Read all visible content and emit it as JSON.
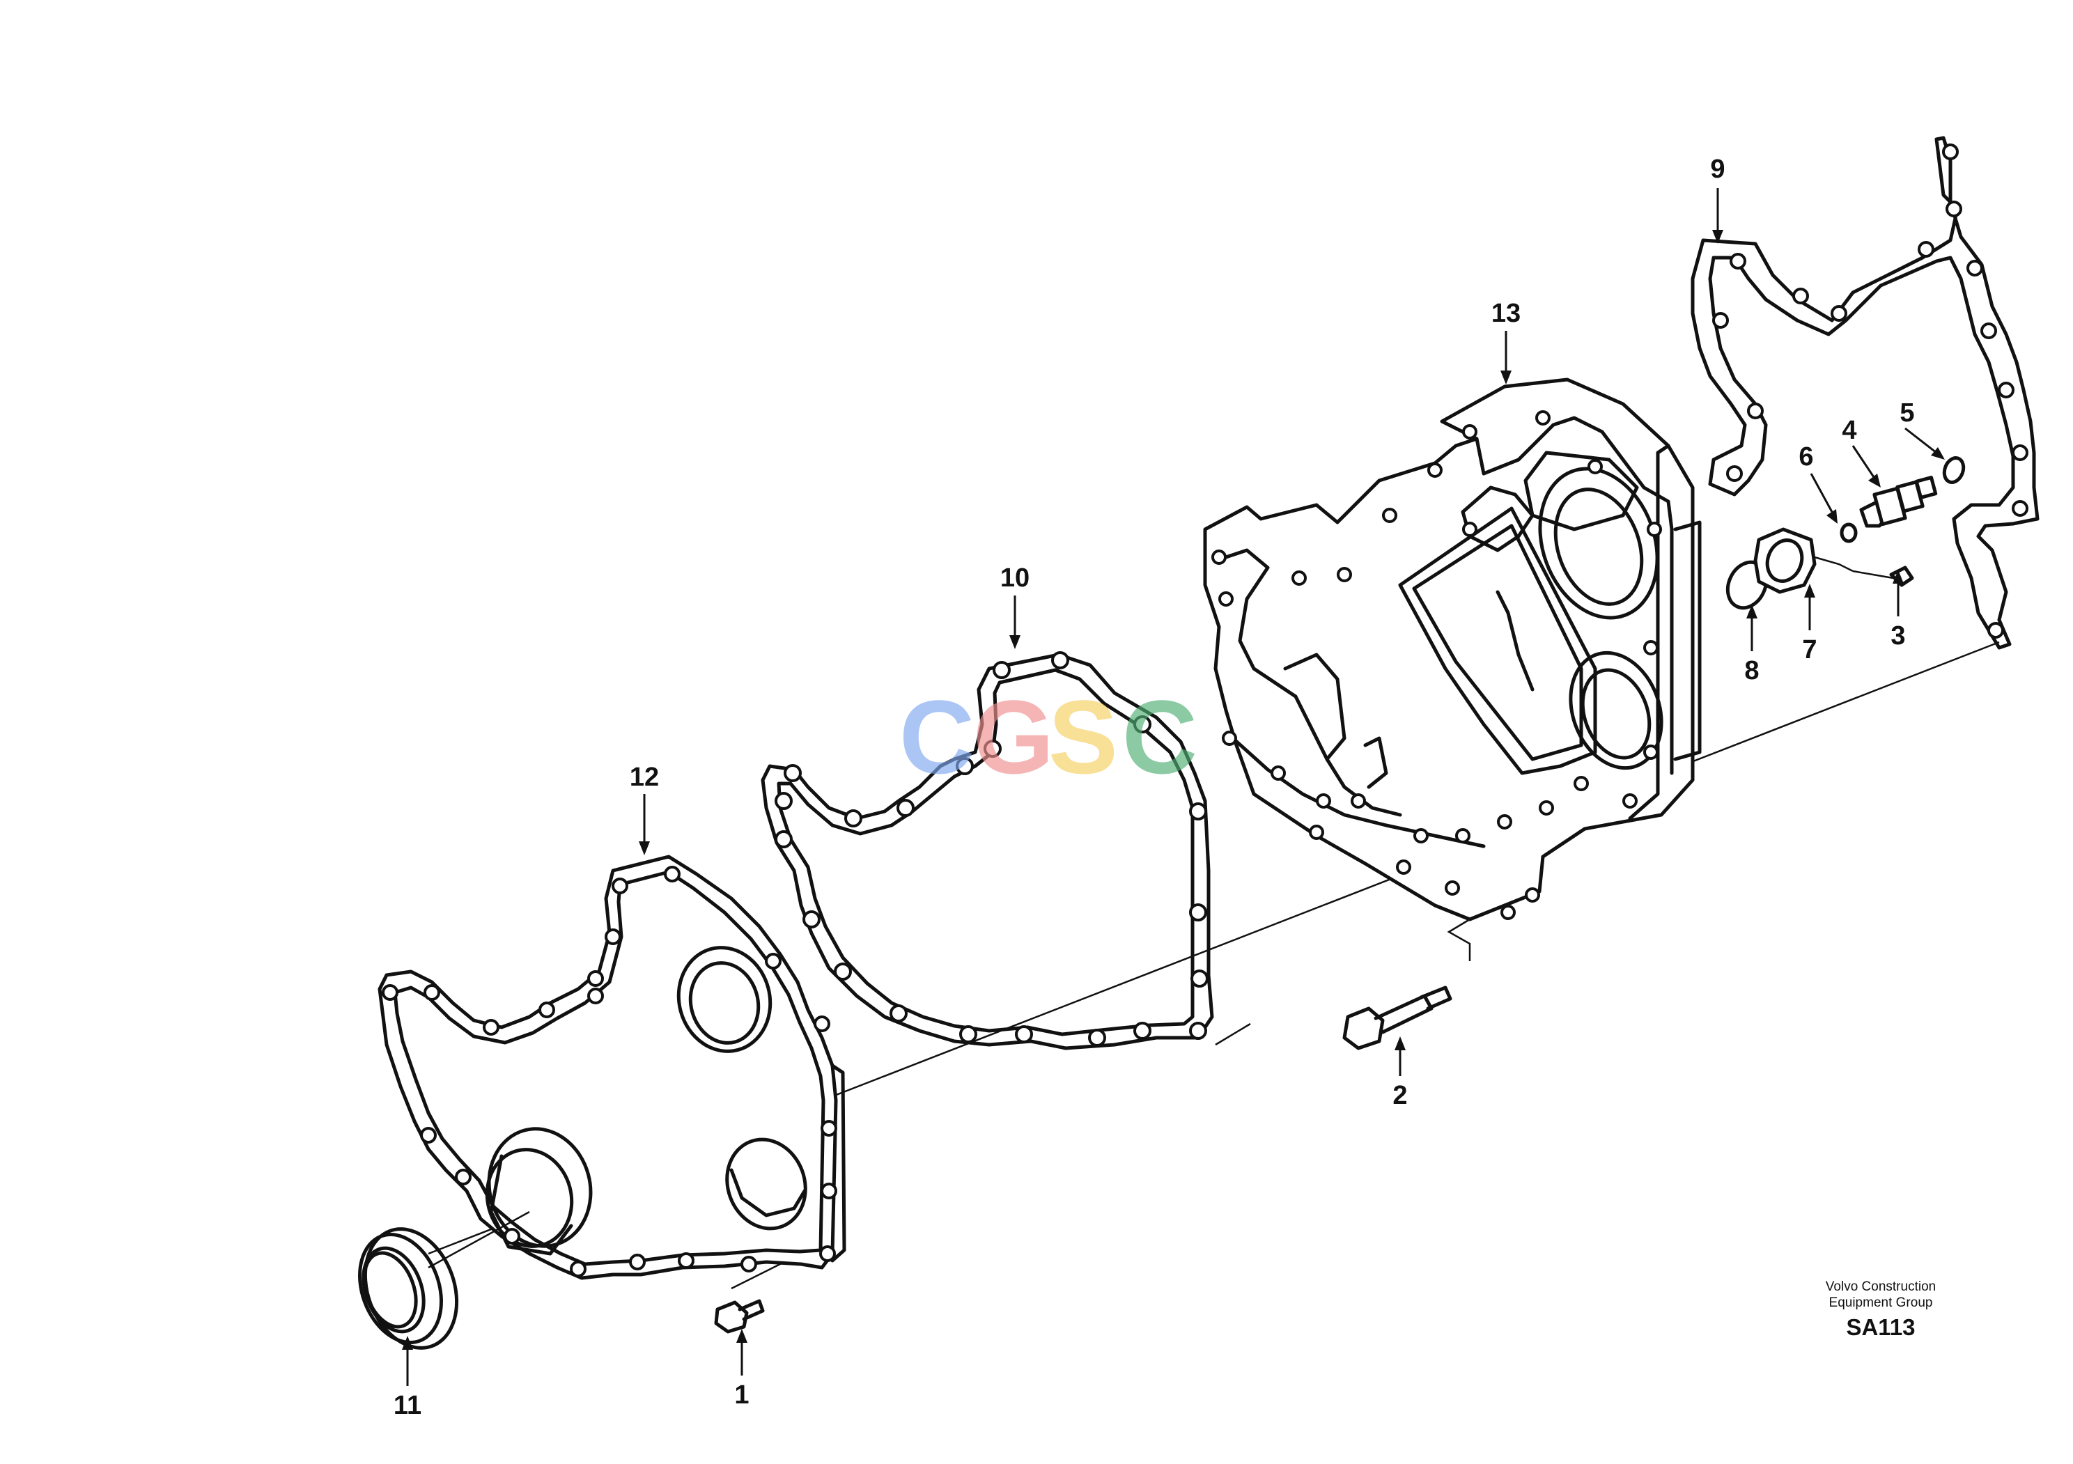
{
  "watermark": {
    "letters": [
      {
        "char": "C",
        "color": "#7fa8f0"
      },
      {
        "char": "G",
        "color": "#f08f8f"
      },
      {
        "char": "S",
        "color": "#f5d060"
      },
      {
        "char": "C",
        "color": "#4fae74"
      }
    ]
  },
  "footer": {
    "line1": "Volvo Construction",
    "line2": "Equipment Group",
    "code": "SA113"
  },
  "callouts": [
    {
      "id": "1",
      "label": "1"
    },
    {
      "id": "2",
      "label": "2"
    },
    {
      "id": "3",
      "label": "3"
    },
    {
      "id": "4",
      "label": "4"
    },
    {
      "id": "5",
      "label": "5"
    },
    {
      "id": "6",
      "label": "6"
    },
    {
      "id": "7",
      "label": "7"
    },
    {
      "id": "8",
      "label": "8"
    },
    {
      "id": "9",
      "label": "9"
    },
    {
      "id": "10",
      "label": "10"
    },
    {
      "id": "11",
      "label": "11"
    },
    {
      "id": "12",
      "label": "12"
    },
    {
      "id": "13",
      "label": "13"
    }
  ]
}
